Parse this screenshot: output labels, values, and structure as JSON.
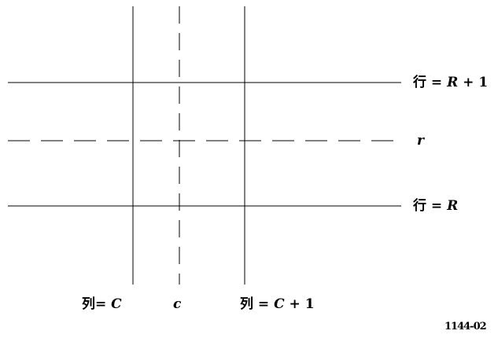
{
  "colors": {
    "line": "#000000",
    "background": "#ffffff"
  },
  "labels": {
    "row_r1_prefix": "行 = ",
    "row_r1_var": "R",
    "row_r1_suffix": " + 1",
    "row_r_var_only": "r",
    "row_r_prefix": "行 = ",
    "row_r_var": "R",
    "col_c_prefix": "列= ",
    "col_c_var": "C",
    "col_c_var_only": "c",
    "col_c1_prefix": "列 = ",
    "col_c1_var": "C",
    "col_c1_suffix": " + 1",
    "figure_code": "1144-02"
  }
}
